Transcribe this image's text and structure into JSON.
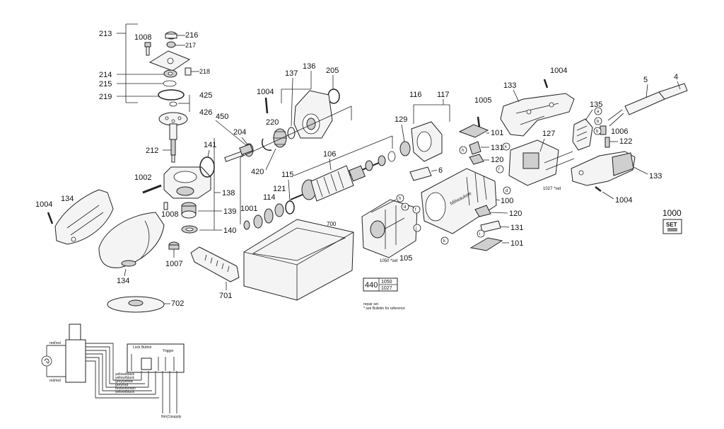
{
  "labels": {
    "p213": "213",
    "p1008a": "1008",
    "p216": "216",
    "p217": "217",
    "p218": "218",
    "p214": "214",
    "p215": "215",
    "p219": "219",
    "p425": "425",
    "p426": "426",
    "p450": "450",
    "p212": "212",
    "p141": "141",
    "p1002": "1002",
    "p1008b": "1008",
    "p138": "138",
    "p139": "139",
    "p140": "140",
    "p1004a": "1004",
    "p134a": "134",
    "p134b": "134",
    "p1007": "1007",
    "p702": "702",
    "p701": "701",
    "p137": "137",
    "p136": "136",
    "p205": "205",
    "p1004b": "1004",
    "p220": "220",
    "p204": "204",
    "p420": "420",
    "p106": "106",
    "p115": "115",
    "p121": "121",
    "p114": "114",
    "p1001": "1001",
    "p700": "700",
    "p116": "116",
    "p117": "117",
    "p129": "129",
    "p6": "6",
    "p105": "105",
    "p100": "100",
    "p1005": "1005",
    "p101a": "101",
    "p131a": "131",
    "p120a": "120",
    "p120b": "120",
    "p131b": "131",
    "p101b": "101",
    "p133a": "133",
    "p1004c": "1004",
    "p127": "127",
    "p135": "135",
    "p1006": "1006",
    "p122": "122",
    "p5": "5",
    "p4": "4",
    "p133b": "133",
    "p1004d": "1004",
    "p1000": "1000"
  },
  "callouts": [
    "h",
    "d",
    "f",
    "j",
    "k",
    "h",
    "k",
    "d",
    "f",
    "a",
    "b",
    "b",
    "i"
  ],
  "notes": {
    "set1050": "1050 *set",
    "set1027": "1027 *set",
    "repair_main": "440",
    "repair_top": "1050",
    "repair_bottom": "1027",
    "repair_set": "repair set",
    "bulletin": "* see Bulletin for reference",
    "set_badge": "SET"
  },
  "wiring": {
    "lock_button": "Lock Button",
    "trigger": "Trigger",
    "left_top": "red/red",
    "left_bottom": "red/red",
    "wires": [
      "yellow/black",
      "yellow/black",
      "grey/yellow",
      "grey/red",
      "brown/brown",
      "yellow/black"
    ],
    "bottom": "Nm(1)supply"
  }
}
